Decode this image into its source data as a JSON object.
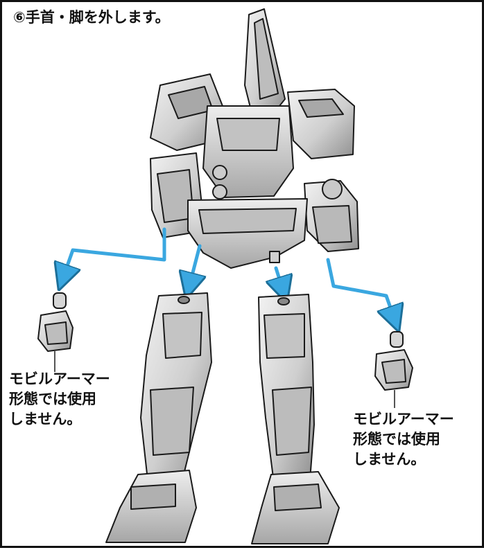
{
  "step": {
    "title": "⑥手首・脚を外します。"
  },
  "callouts": [
    {
      "lines": [
        "モビルアーマー",
        "形態では使用",
        "しません。"
      ]
    },
    {
      "lines": [
        "モビルアーマー",
        "形態では使用",
        "しません。"
      ]
    }
  ],
  "colors": {
    "arrow": "#3aa7e0",
    "outline": "#1a1a1a",
    "part_fill": "#d9d9d9",
    "part_shade": "#9a9a9a",
    "frame": "#111111"
  },
  "icons": {
    "robot_torso": "robot-torso-illustration",
    "left_hand": "fist-hand-illustration",
    "right_hand": "fist-hand-illustration",
    "left_leg": "leg-illustration",
    "right_leg": "leg-illustration"
  }
}
